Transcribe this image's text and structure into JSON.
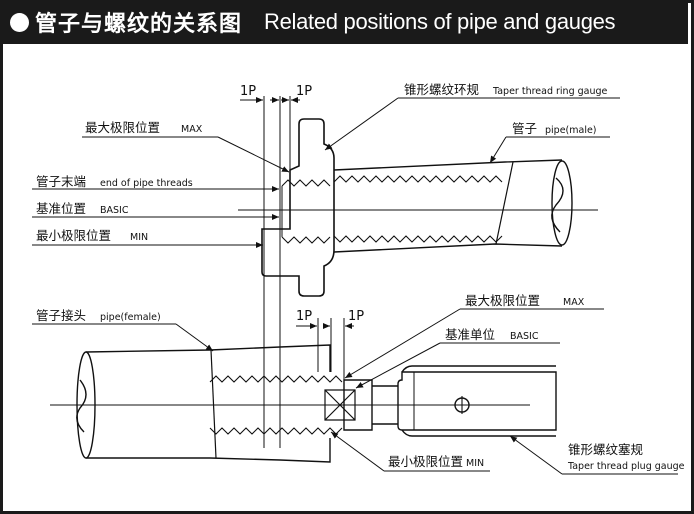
{
  "header": {
    "title_cn": "管子与螺纹的关系图",
    "title_en": "Related positions of pipe and gauges"
  },
  "labels": {
    "ring_gauge_cn": "锥形螺纹环规",
    "ring_gauge_en": "Taper thread ring gauge",
    "pipe_male_cn": "管子",
    "pipe_male_en": "pipe(male)",
    "max_top_cn": "最大极限位置",
    "max_top_en": "MAX",
    "end_threads_cn": "管子末端",
    "end_threads_en": "end of pipe threads",
    "basic_top_cn": "基准位置",
    "basic_top_en": "BASIC",
    "min_top_cn": "最小极限位置",
    "min_top_en": "MIN",
    "pitch_top_left": "1P",
    "pitch_top_right": "1P",
    "pipe_female_cn": "管子接头",
    "pipe_female_en": "pipe(female)",
    "pitch_bottom_left": "1P",
    "pitch_bottom_right": "1P",
    "max_bottom_cn": "最大极限位置",
    "max_bottom_en": "MAX",
    "basic_bottom_cn": "基准单位",
    "basic_bottom_en": "BASIC",
    "plug_gauge_cn": "锥形螺纹塞规",
    "plug_gauge_en": "Taper thread plug gauge",
    "min_bottom_cn": "最小极限位置",
    "min_bottom_en": "MIN"
  },
  "colors": {
    "ink": "#111111",
    "header_bg": "#1a1a1a",
    "header_text": "#ffffff"
  }
}
